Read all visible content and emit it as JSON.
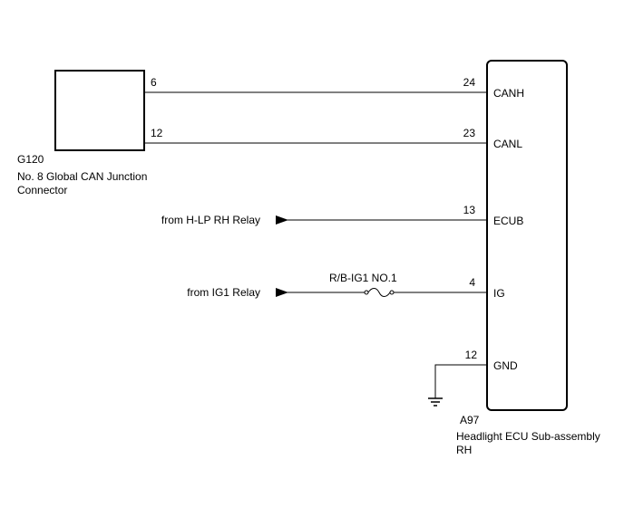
{
  "connector_g120": {
    "code": "G120",
    "name_line1": "No. 8 Global CAN Junction",
    "name_line2": "Connector",
    "pins": {
      "canh": "6",
      "canl": "12"
    }
  },
  "ecu_a97": {
    "code": "A97",
    "name_line1": "Headlight ECU Sub-assembly",
    "name_line2": "RH",
    "terminals": [
      {
        "pin": "24",
        "label": "CANH"
      },
      {
        "pin": "23",
        "label": "CANL"
      },
      {
        "pin": "13",
        "label": "ECUB"
      },
      {
        "pin": "4",
        "label": "IG"
      },
      {
        "pin": "12",
        "label": "GND"
      }
    ]
  },
  "sources": {
    "hlp_relay": "from H-LP RH Relay",
    "ig1_relay": "from IG1 Relay"
  },
  "fuse": {
    "label": "R/B-IG1 NO.1"
  }
}
